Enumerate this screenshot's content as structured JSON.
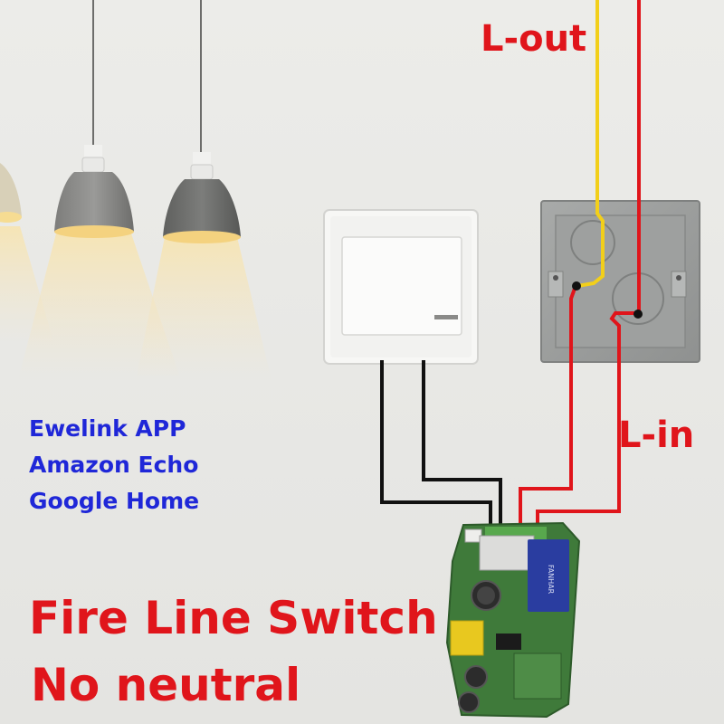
{
  "labels": {
    "l_out": "L-out",
    "l_in": "L-in"
  },
  "apps": [
    "Ewelink APP",
    "Amazon Echo",
    "Google Home"
  ],
  "title": {
    "line1": "Fire Line Switch",
    "line2": "No neutral"
  },
  "module_text": "FANHAR",
  "colors": {
    "background": "#e9e9e6",
    "live_wire": "#e0151b",
    "load_wire": "#f2cf1a",
    "switch_wire": "#111111",
    "label_red": "#e0151b",
    "label_blue": "#1f27d8",
    "pcb": "#3f7a3a",
    "relay": "#2a3da0"
  },
  "icons": [
    "pendant-lamp-icon",
    "wall-switch-icon",
    "junction-box-icon",
    "relay-module-icon"
  ]
}
